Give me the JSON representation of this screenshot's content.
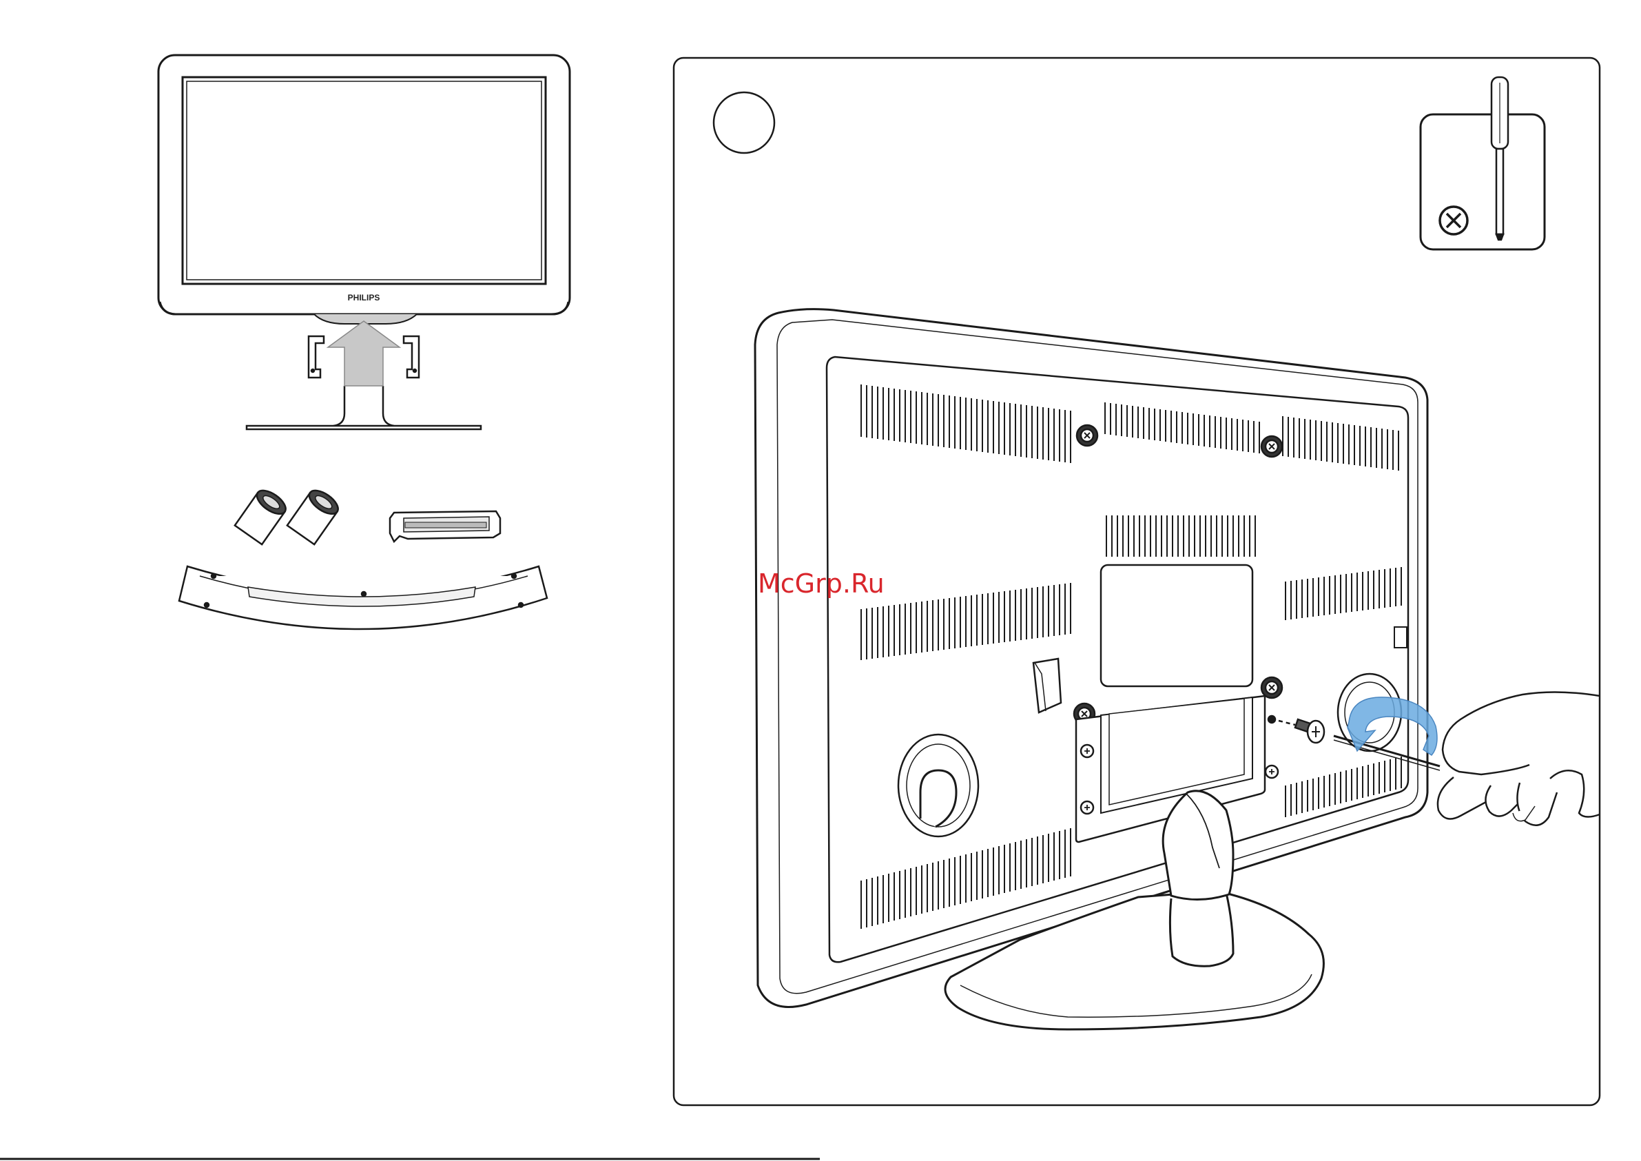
{
  "overview": {
    "tv_brand": "PHILIPS",
    "parts": [
      "spacer-tubes",
      "stand-clip",
      "curved-bracket"
    ]
  },
  "step_panel": {
    "step_number": "",
    "tool": {
      "name": "screwdriver-icon",
      "head_type": "phillips-cross-icon"
    },
    "highlight_color": "#6aaae0"
  },
  "watermark": {
    "text": "McGrp.Ru",
    "color": "#d9262c"
  }
}
